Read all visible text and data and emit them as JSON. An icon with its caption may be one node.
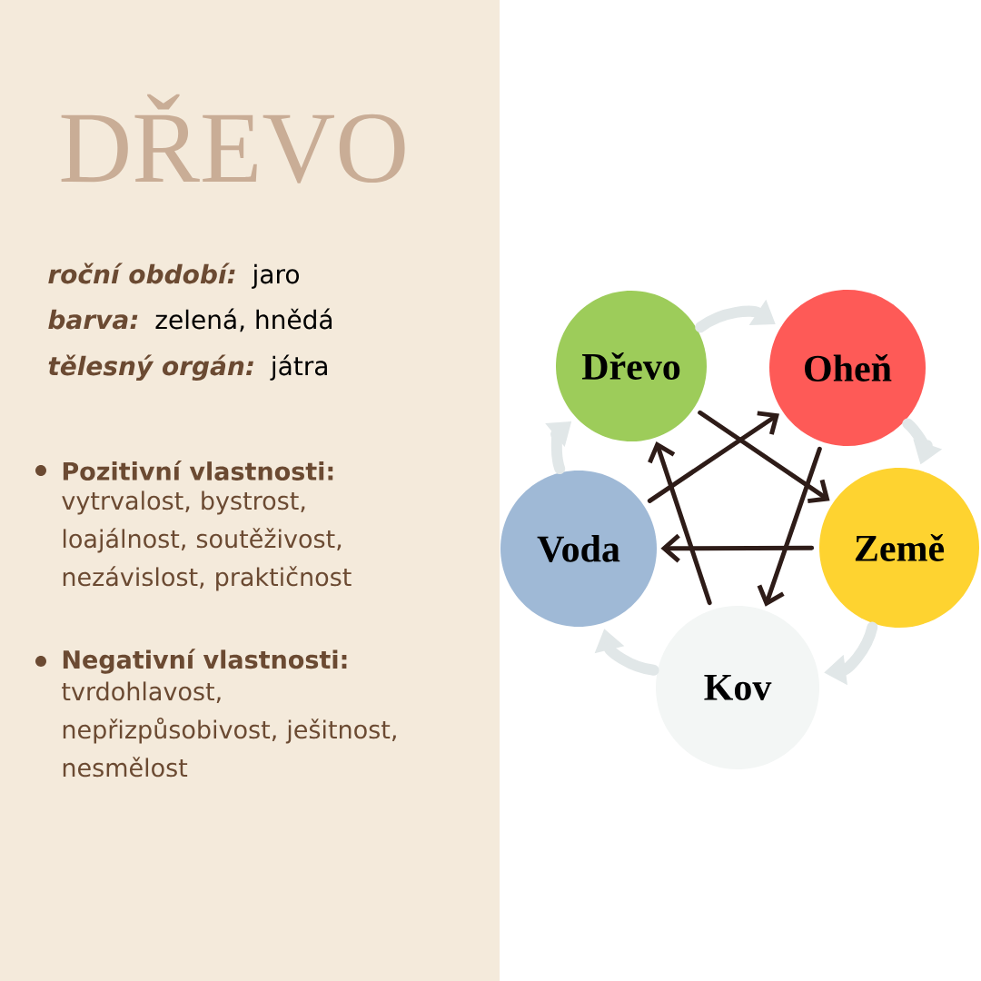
{
  "diagram": {
    "title": "DŘEVO",
    "nodes": [
      {
        "text": [
          "Dřevo"
        ]
      },
      {
        "text": [
          "Oheň"
        ]
      },
      {
        "text": [
          "Země"
        ]
      },
      {
        "text": [
          "Kov"
        ]
      },
      {
        "text": [
          "Voda"
        ]
      }
    ],
    "edges": [
      {
        "from": 0,
        "to": 1,
        "arrow": "to",
        "style": "thick",
        "color": "#e1e7e8"
      },
      {
        "from": 1,
        "to": 2,
        "arrow": "to",
        "style": "thick",
        "color": "#e1e7e8"
      },
      {
        "from": 2,
        "to": 3,
        "arrow": "to",
        "style": "thick",
        "color": "#e1e7e8"
      },
      {
        "from": 3,
        "to": 4,
        "arrow": "to",
        "style": "thick",
        "color": "#e1e7e8"
      },
      {
        "from": 4,
        "to": 0,
        "arrow": "to",
        "style": "thick",
        "color": "#e1e7e8"
      },
      {
        "from": 0,
        "to": 2,
        "arrow": "to",
        "color": "#2e1c18"
      },
      {
        "from": 2,
        "to": 4,
        "arrow": "to",
        "color": "#2e1c18"
      },
      {
        "from": 4,
        "to": 1,
        "arrow": "to",
        "color": "#2e1c18"
      },
      {
        "from": 1,
        "to": 3,
        "arrow": "to",
        "color": "#2e1c18"
      },
      {
        "from": 3,
        "to": 0,
        "arrow": "to",
        "color": "#2e1c18"
      }
    ],
    "labels": [
      "roční období:",
      "jaro",
      "barva:",
      "zelená, hnědá",
      "tělesný orgán:",
      "játra",
      "Pozitivní vlastnosti:",
      "vytrvalost, bystrost, loajálnost, soutěživost, nezávislost, praktičnost",
      "Negativní vlastnosti:",
      "tvrdohlavost, nepřizpůsobivost, ješitnost, nesmělost"
    ]
  }
}
